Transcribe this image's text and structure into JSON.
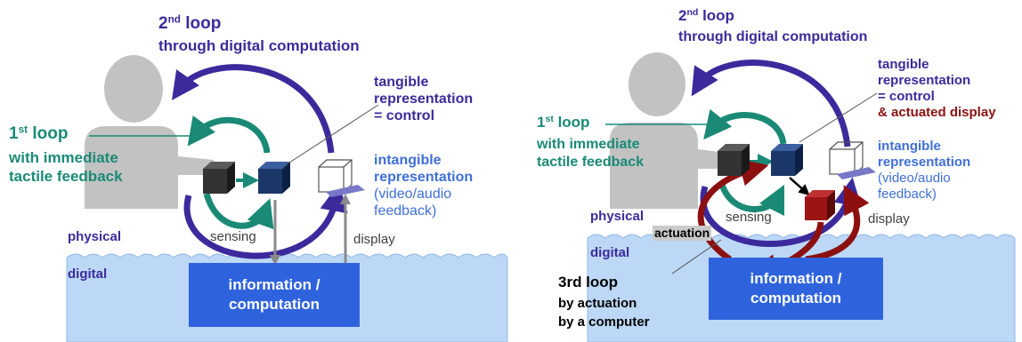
{
  "panels": [
    {
      "loop2": {
        "prefix": "2",
        "sup": "nd",
        "suffix": " loop",
        "line2": "through digital computation"
      },
      "loop1": {
        "prefix": "1",
        "sup": "st",
        "suffix": " loop",
        "line2": "with immediate",
        "line3": "tactile feedback"
      },
      "tangible": [
        "tangible",
        "representation",
        "= control"
      ],
      "intangible": [
        "intangible",
        "representation",
        "(video/audio",
        "feedback)"
      ],
      "physical": "physical",
      "digital": "digital",
      "sensing": "sensing",
      "display": "display",
      "box": [
        "information /",
        "computation"
      ]
    },
    {
      "loop2": {
        "prefix": "2",
        "sup": "nd",
        "suffix": " loop",
        "line2": "through digital computation"
      },
      "loop1": {
        "prefix": "1",
        "sup": "st",
        "suffix": " loop",
        "line2": "with immediate",
        "line3": "tactile feedback"
      },
      "tangible": [
        "tangible",
        "representation",
        "= control"
      ],
      "tangible_extra": "& actuated display",
      "intangible": [
        "intangible",
        "representation",
        "(video/audio",
        "feedback)"
      ],
      "physical": "physical",
      "digital": "digital",
      "sensing": "sensing",
      "display": "display",
      "actuation": "actuation",
      "box": [
        "information /",
        "computation"
      ],
      "loop3": [
        "3rd loop",
        "by actuation",
        "by a computer"
      ]
    }
  ],
  "colors": {
    "loop2": "#3c2a9c",
    "loop1": "#1a8a76",
    "intangible": "#3f6fd8",
    "actuated": "#8c1010",
    "water": "#bcd8f6",
    "box": "#2f63de",
    "person": "#c2c2c2"
  }
}
